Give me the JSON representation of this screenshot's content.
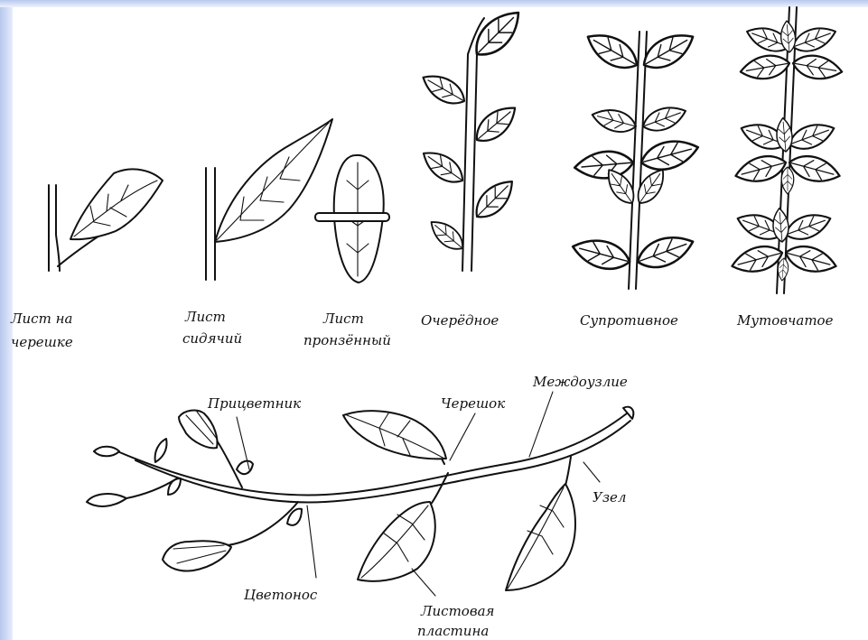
{
  "labels": {
    "petiolate_1": "Лист на",
    "petiolate_2": "черешке",
    "sessile_1": "Лист",
    "sessile_2": "сидячий",
    "perfoliate_1": "Лист",
    "perfoliate_2": "пронзённый",
    "alternate": "Очерёдное",
    "opposite": "Супротивное",
    "whorled": "Мутовчатое",
    "bract": "Прицветник",
    "petiole": "Черешок",
    "internode": "Междоузлие",
    "node": "Узел",
    "pedicel": "Цветонос",
    "blade_1": "Листовая",
    "blade_2": "пластина"
  },
  "colors": {
    "background": "#ffffff",
    "frame_edge": "#c2cff1",
    "ink": "#111111"
  }
}
